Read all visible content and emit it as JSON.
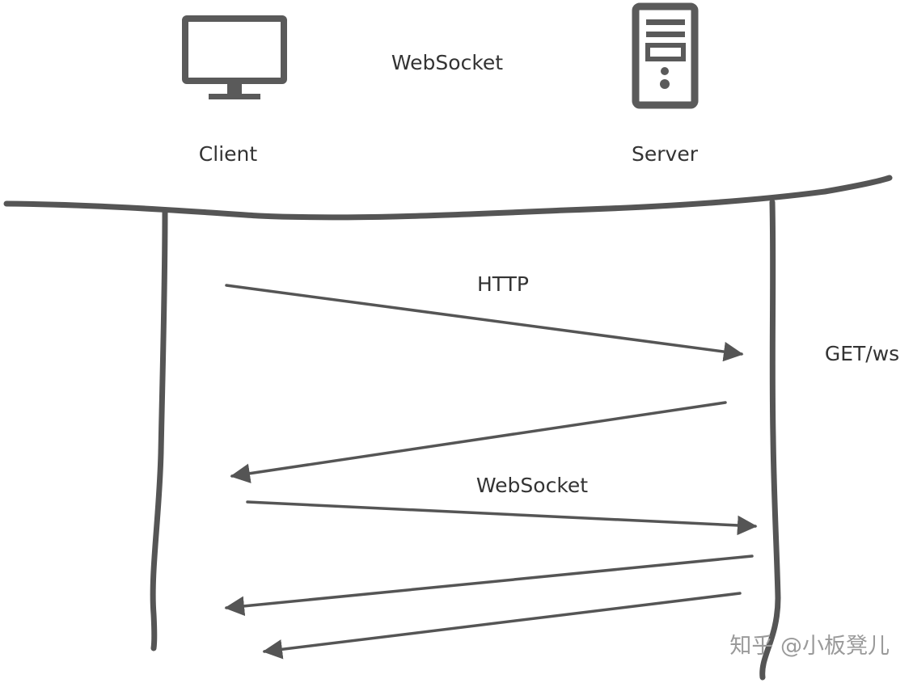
{
  "title": "WebSocket",
  "nodes": {
    "client": {
      "label": "Client",
      "icon": "monitor-icon"
    },
    "server": {
      "label": "Server",
      "icon": "server-tower-icon"
    }
  },
  "messages": [
    {
      "from": "client",
      "to": "server",
      "label": "HTTP"
    },
    {
      "from": "server",
      "to": "client",
      "label": ""
    },
    {
      "from": "client",
      "to": "server",
      "label": "WebSocket"
    },
    {
      "from": "server",
      "to": "client",
      "label": ""
    },
    {
      "from": "server",
      "to": "client",
      "label": ""
    }
  ],
  "side_note": "GET/ws",
  "watermark": "知乎 @小板凳儿",
  "colors": {
    "stroke": "#555555",
    "text": "#333333",
    "watermark": "#9a9a9a",
    "background": "#ffffff"
  }
}
